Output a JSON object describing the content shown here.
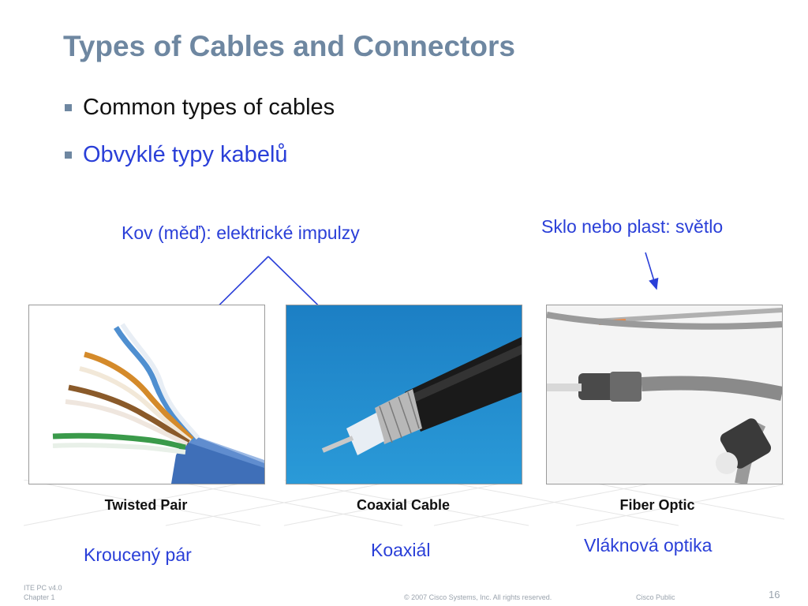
{
  "slide": {
    "title": "Types of Cables and Connectors",
    "bullets": [
      "Common types of cables",
      "Obvyklé typy kabelů"
    ]
  },
  "annotations": {
    "metal": "Kov (měď): elektrické impulzy",
    "glass": "Sklo nebo plast: světlo"
  },
  "cables": [
    {
      "caption_en": "Twisted Pair",
      "caption_cz": "Kroucený pár",
      "icon": "twisted-pair-cable-photo"
    },
    {
      "caption_en": "Coaxial Cable",
      "caption_cz": "Koaxiál",
      "icon": "coaxial-cable-photo"
    },
    {
      "caption_en": "Fiber Optic",
      "caption_cz": "Vláknová optika",
      "icon": "fiber-optic-cable-photo"
    }
  ],
  "footer": {
    "course": "ITE PC v4.0",
    "chapter": "Chapter 1",
    "copyright": "© 2007 Cisco Systems, Inc. All rights reserved.",
    "classification": "Cisco Public",
    "page": "16"
  },
  "colors": {
    "title": "#6e87a1",
    "accent_blue": "#2a3fd8",
    "coax_bg": "#1e88c8"
  }
}
